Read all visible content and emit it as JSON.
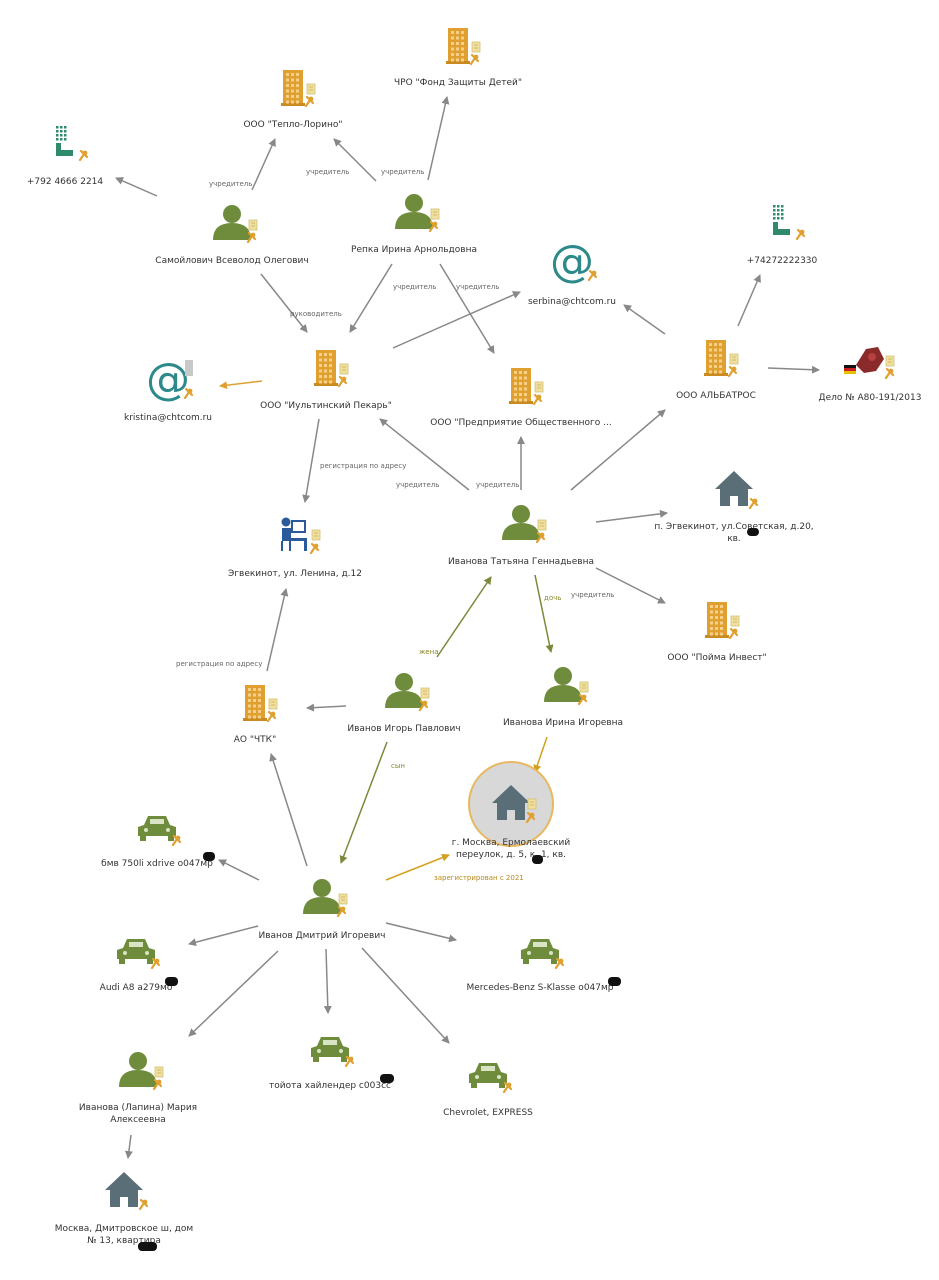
{
  "nodes": [
    {
      "id": "phone1",
      "type": "phone",
      "label": "+792  4666 2214"
    },
    {
      "id": "teplo",
      "type": "org",
      "label": "ООО \"Тепло-Лорино\""
    },
    {
      "id": "fond",
      "type": "org",
      "label": "ЧРО \"Фонд Защиты Детей\""
    },
    {
      "id": "samoilovich",
      "type": "person",
      "label": "Самойлович Всеволод Олегович"
    },
    {
      "id": "repka",
      "type": "person",
      "label": "Репка Ирина Арнольдовна"
    },
    {
      "id": "email_serbina",
      "type": "email",
      "label": "serbina@chtcom.ru"
    },
    {
      "id": "phone2",
      "type": "phone",
      "label": "+74272222330"
    },
    {
      "id": "email_kristina",
      "type": "email",
      "label": "kristina@chtcom.ru"
    },
    {
      "id": "iultin",
      "type": "org",
      "label": "ООО \"Иультинский Пекарь\""
    },
    {
      "id": "predpr",
      "type": "org",
      "label": "ООО \"Предприятие Общественного ..."
    },
    {
      "id": "albatros",
      "type": "org",
      "label": "ООО АЛЬБАТРОС"
    },
    {
      "id": "delo",
      "type": "case",
      "label": "Дело № А80-191/2013"
    },
    {
      "id": "egv_addr",
      "type": "address",
      "label": "Эгвекинот, ул. Ленина, д.12"
    },
    {
      "id": "tatiana",
      "type": "person",
      "label": "Иванова Татьяна Геннадьевна"
    },
    {
      "id": "sovetskaya",
      "type": "house",
      "label": "п. Эгвекинот, ул.Советская, д.20, кв."
    },
    {
      "id": "poima",
      "type": "org",
      "label": "ООО \"Пойма Инвест\""
    },
    {
      "id": "chtk",
      "type": "org",
      "label": "АО \"ЧТК\""
    },
    {
      "id": "igor",
      "type": "person",
      "label": "Иванов Игорь Павлович"
    },
    {
      "id": "irina",
      "type": "person",
      "label": "Иванова Ирина Игоревна"
    },
    {
      "id": "bmw",
      "type": "car",
      "label": "бмв 750li xdrive о047мр"
    },
    {
      "id": "moscow_addr",
      "type": "house",
      "label": "г. Москва, Ермолаевский переулок, д. 5, к. 1, кв."
    },
    {
      "id": "dmitry",
      "type": "person",
      "label": "Иванов Дмитрий Игоревич"
    },
    {
      "id": "audi",
      "type": "car",
      "label": "Audi A8 а279мо"
    },
    {
      "id": "mercedes",
      "type": "car",
      "label": "Mercedes-Benz S-Klasse  о047мр"
    },
    {
      "id": "toyota",
      "type": "car",
      "label": "тойота хайлендер с003сс"
    },
    {
      "id": "chevrolet",
      "type": "car",
      "label": "Chevrolet, EXPRESS"
    },
    {
      "id": "maria",
      "type": "person",
      "label": "Иванова (Лапина) Мария Алексеевна"
    },
    {
      "id": "dmitrov_addr",
      "type": "house",
      "label": "Москва, Дмитровское ш, дом № 13, квартира"
    }
  ],
  "edges": [
    {
      "from": "samoilovich",
      "to": "phone1",
      "label": ""
    },
    {
      "from": "samoilovich",
      "to": "teplo",
      "label": "учредитель"
    },
    {
      "from": "repka",
      "to": "teplo",
      "label": "учредитель"
    },
    {
      "from": "repka",
      "to": "fond",
      "label": "учредитель"
    },
    {
      "from": "samoilovich",
      "to": "iultin",
      "label": "руководитель"
    },
    {
      "from": "repka",
      "to": "iultin",
      "label": "учредитель"
    },
    {
      "from": "repka",
      "to": "predpr",
      "label": "учредитель"
    },
    {
      "from": "iultin",
      "to": "email_serbina",
      "label": ""
    },
    {
      "from": "iultin",
      "to": "email_kristina",
      "label": ""
    },
    {
      "from": "albatros",
      "to": "email_serbina",
      "label": ""
    },
    {
      "from": "albatros",
      "to": "phone2",
      "label": ""
    },
    {
      "from": "albatros",
      "to": "delo",
      "label": ""
    },
    {
      "from": "iultin",
      "to": "egv_addr",
      "label": "регистрация по адресу"
    },
    {
      "from": "tatiana",
      "to": "iultin",
      "label": "учредитель"
    },
    {
      "from": "tatiana",
      "to": "predpr",
      "label": "учредитель"
    },
    {
      "from": "tatiana",
      "to": "albatros",
      "label": ""
    },
    {
      "from": "tatiana",
      "to": "sovetskaya",
      "label": ""
    },
    {
      "from": "tatiana",
      "to": "poima",
      "label": "учредитель"
    },
    {
      "from": "tatiana",
      "to": "irina",
      "label": "дочь"
    },
    {
      "from": "igor",
      "to": "tatiana",
      "label": "жена"
    },
    {
      "from": "igor",
      "to": "chtk",
      "label": ""
    },
    {
      "from": "igor",
      "to": "dmitry",
      "label": "сын"
    },
    {
      "from": "chtk",
      "to": "egv_addr",
      "label": "регистрация по адресу"
    },
    {
      "from": "irina",
      "to": "moscow_addr",
      "label": ""
    },
    {
      "from": "dmitry",
      "to": "moscow_addr",
      "label": "зарегистрирован с 2021"
    },
    {
      "from": "dmitry",
      "to": "chtk",
      "label": ""
    },
    {
      "from": "dmitry",
      "to": "bmw",
      "label": ""
    },
    {
      "from": "dmitry",
      "to": "audi",
      "label": ""
    },
    {
      "from": "dmitry",
      "to": "mercedes",
      "label": ""
    },
    {
      "from": "dmitry",
      "to": "toyota",
      "label": ""
    },
    {
      "from": "dmitry",
      "to": "chevrolet",
      "label": ""
    },
    {
      "from": "dmitry",
      "to": "maria",
      "label": ""
    },
    {
      "from": "maria",
      "to": "dmitrov_addr",
      "label": ""
    }
  ],
  "colors": {
    "person": "#6e8c3c",
    "org": "#e0a030",
    "email": "#2e8a8a",
    "phone": "#2e8a6a",
    "house": "#5a6e78",
    "car": "#6e8c3c",
    "case": "#8a2a2a",
    "edge": "#888888",
    "edge_family": "#7a8a3a",
    "edge_registered": "#d4a020",
    "pin": "#e0a030",
    "doc": "#f0e0a0"
  }
}
